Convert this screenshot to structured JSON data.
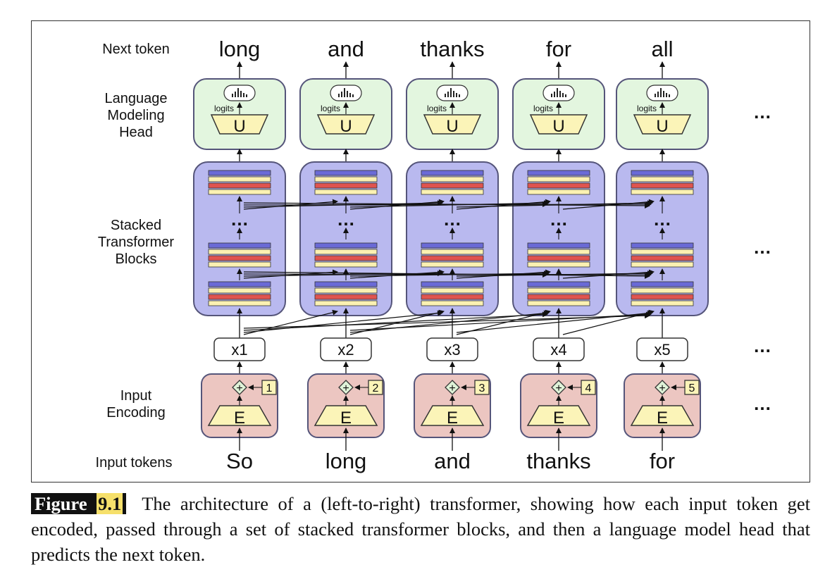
{
  "row_labels": {
    "next_token": "Next token",
    "lm_head_line1": "Language",
    "lm_head_line2": "Modeling",
    "lm_head_line3": "Head",
    "stacked_line1": "Stacked",
    "stacked_line2": "Transformer",
    "stacked_line3": "Blocks",
    "input_enc_line1": "Input",
    "input_enc_line2": "Encoding",
    "input_tokens": "Input tokens"
  },
  "next_tokens": [
    "long",
    "and",
    "thanks",
    "for",
    "all"
  ],
  "input_tokens": [
    "So",
    "long",
    "and",
    "thanks",
    "for"
  ],
  "embeddings": [
    "x1",
    "x2",
    "x3",
    "x4",
    "x5"
  ],
  "positions": [
    "1",
    "2",
    "3",
    "4",
    "5"
  ],
  "unembed_letter": "U",
  "embed_letter": "E",
  "logits_label": "logits",
  "plus_symbol": "+",
  "ellipsis": "…",
  "caption": {
    "tag": "Figure",
    "number": "9.1",
    "text": "The architecture of a (left-to-right) transformer, showing how each input token get encoded, passed through a set of stacked transformer blocks, and then a language model head that predicts the next token."
  },
  "colors": {
    "lm_head_fill": "#e3f6df",
    "transformer_fill": "#b9b9ef",
    "encoding_fill": "#ecc6c1",
    "trapezoid_fill": "#fbf4b8",
    "layer_blue": "#6a6ad6",
    "layer_red": "#e0544f",
    "layer_cream": "#fbf1b2",
    "box_stroke": "#55557a"
  }
}
